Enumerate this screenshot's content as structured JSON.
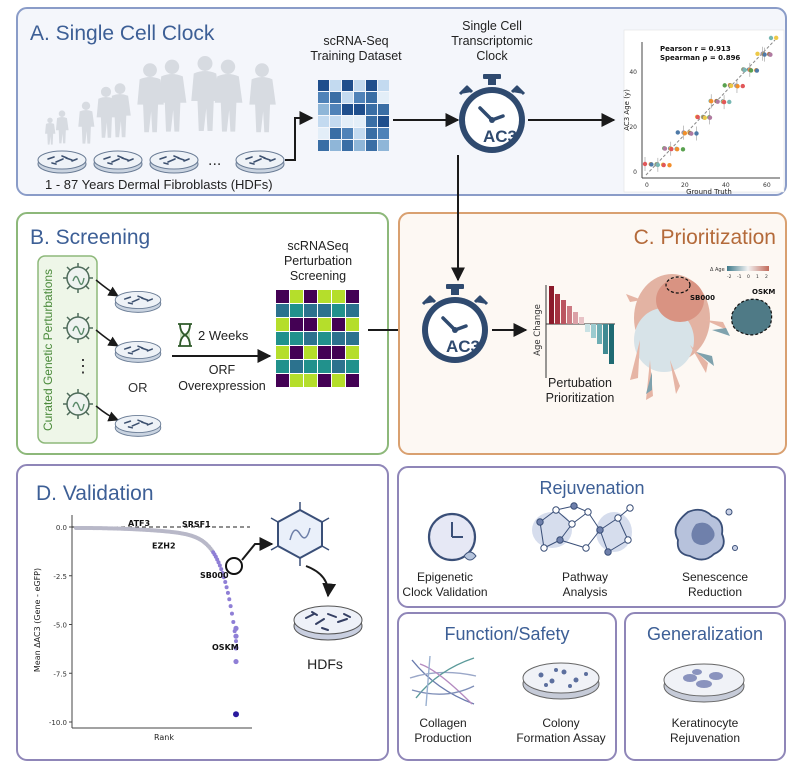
{
  "panelA": {
    "title": "A. Single Cell Clock",
    "ellipsis": "...",
    "age_caption": "1 - 87 Years Dermal Fibroblasts (HDFs)",
    "dataset_line1": "scRNA-Seq",
    "dataset_line2": "Training Dataset",
    "clock_line1": "Single Cell",
    "clock_line2": "Transcriptomic",
    "clock_line3": "Clock",
    "clock_label": "AC3",
    "scatter": {
      "pearson": "Pearson r = 0.913",
      "spearman": "Spearman ρ = 0.896",
      "xlabel": "Ground Truth",
      "ylabel": "AC3 Age (y)",
      "xticks": [
        "0",
        "20",
        "40",
        "60"
      ],
      "yticks": [
        "0",
        "20",
        "40"
      ]
    }
  },
  "panelB": {
    "title": "B. Screening",
    "side_label": "Curated Genetic Perturbations",
    "dots": "⋮",
    "or": "OR",
    "weeks": "2 Weeks",
    "orf_line1": "ORF",
    "orf_line2": "Overexpression",
    "screen_line1": "scRNASeq",
    "screen_line2": "Perturbation",
    "screen_line3": "Screening"
  },
  "panelC": {
    "title": "C. Prioritization",
    "bar_ylabel": "Age Change",
    "bar_line1": "Pertubation",
    "bar_line2": "Prioritization",
    "umap_sb000": "SB000",
    "umap_oskm": "OSKM",
    "umap_scale_label": "Δ Age",
    "umap_scale_ticks": [
      "-2",
      "-1",
      "0",
      "1",
      "2"
    ]
  },
  "panelD": {
    "title": "D. Validation",
    "hdfs": "HDFs",
    "rejuvenation": {
      "title": "Rejuvenation",
      "item1_line1": "Epigenetic",
      "item1_line2": "Clock Validation",
      "item2_line1": "Pathway",
      "item2_line2": "Analysis",
      "item3_line1": "Senescence",
      "item3_line2": "Reduction"
    },
    "function_safety": {
      "title": "Function/Safety",
      "item1_line1": "Collagen",
      "item1_line2": "Production",
      "item2_line1": "Colony",
      "item2_line2": "Formation Assay"
    },
    "generalization": {
      "title": "Generalization",
      "item1_line1": "Keratinocyte",
      "item1_line2": "Rejuvenation"
    }
  },
  "chart_data": {
    "type": "scatter",
    "title": "",
    "xlabel": "Rank",
    "ylabel": "Mean ΔAC3 (Gene - eGFP)",
    "ylim": [
      -10,
      0.5
    ],
    "yticks": [
      "0.0",
      "-2.5",
      "-5.0",
      "-7.5",
      "-10.0"
    ],
    "annotations": [
      {
        "label": "ATF3",
        "value": -0.05
      },
      {
        "label": "SRSF1",
        "value": -0.1
      },
      {
        "label": "EZH2",
        "value": -0.6
      },
      {
        "label": "SB000",
        "value": -1.7
      },
      {
        "label": "OSKM",
        "value": -5.6
      }
    ],
    "outliers": [
      -5.2,
      -5.6,
      -6.2,
      -6.9,
      -9.6
    ]
  },
  "colors": {
    "panelA_border": "#8a9cc8",
    "panelA_fill": "#f4f6fb",
    "panelB_border": "#8db87a",
    "panelC_border": "#d9a070",
    "panelD_border": "#8f86b8",
    "title_blue": "#3d5f96",
    "clock_navy": "#2f4a6f"
  }
}
